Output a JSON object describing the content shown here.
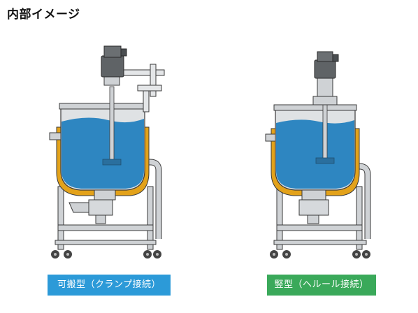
{
  "page": {
    "title": "内部イメージ"
  },
  "figures": [
    {
      "label": "可搬型（クランプ接続）",
      "accent": "#2c9ad8"
    },
    {
      "label": "竪型（ヘルール接続）",
      "accent": "#3aa95a"
    }
  ],
  "colors": {
    "liquid": "#2e86c1",
    "jacket": "#e3a21a",
    "steel": "#b8bcc0",
    "outline": "#3a3a3a",
    "motor": "#5f6366"
  }
}
